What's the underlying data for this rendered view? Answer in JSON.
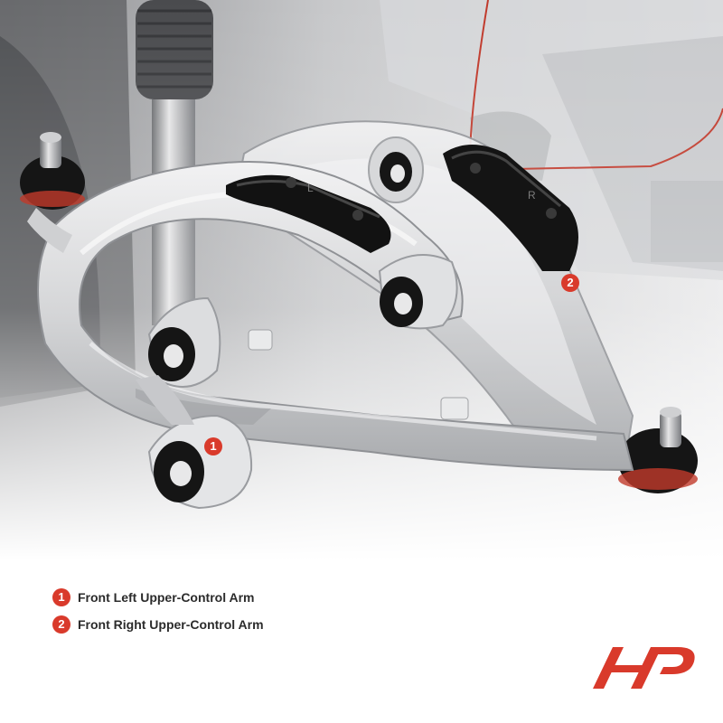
{
  "callouts": [
    {
      "number": "1"
    },
    {
      "number": "2"
    }
  ],
  "legend": [
    {
      "number": "1",
      "text": "Front Left Upper-Control Arm"
    },
    {
      "number": "2",
      "text": "Front Right Upper-Control Arm"
    }
  ],
  "part_marks": {
    "left_mark": "L",
    "right_mark": "R"
  },
  "colors": {
    "accent": "#d93a2b",
    "aluminum": "#d9dadc",
    "rubber": "#161616",
    "text": "#2b2b2b"
  },
  "logo": {
    "icon": "brand-logo-icon"
  }
}
